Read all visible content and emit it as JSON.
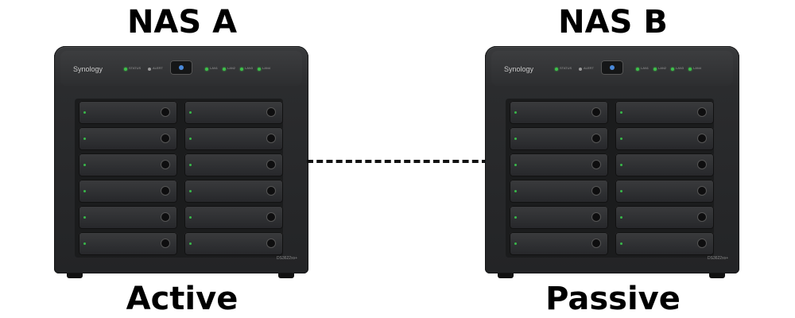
{
  "nas_a": {
    "title": "NAS A",
    "role": "Active",
    "brand": "Synology",
    "model": "DS3622xs+",
    "led_labels": [
      "STATUS",
      "ALERT",
      "LAN1",
      "LAN2",
      "LAN3",
      "LAN4"
    ]
  },
  "nas_b": {
    "title": "NAS B",
    "role": "Passive",
    "brand": "Synology",
    "model": "DS3622xs+",
    "led_labels": [
      "STATUS",
      "ALERT",
      "LAN1",
      "LAN2",
      "LAN3",
      "LAN4"
    ]
  },
  "connection": {
    "style": "dashed",
    "color": "#111111"
  },
  "colors": {
    "chassis": "#2b2c2e",
    "led_green": "#3ec04a",
    "power_blue": "#4a89d9"
  }
}
